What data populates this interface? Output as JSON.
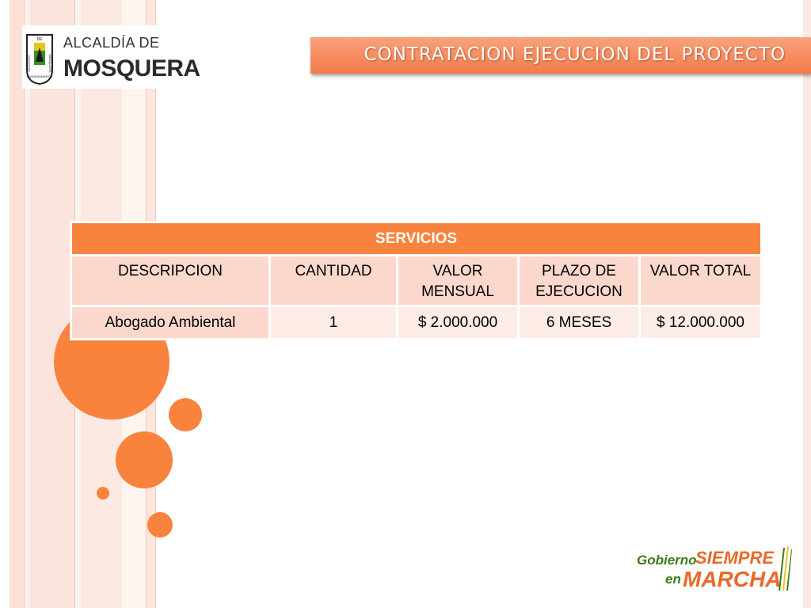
{
  "logo": {
    "line1": "ALCALDÍA DE",
    "line2": "MOSQUERA",
    "shield_top": "DE",
    "shield_left": "MUNICIPIO",
    "shield_right": "MOSQUERA",
    "shield_bottom": "CUNDINAMARCA"
  },
  "title": "CONTRATACION EJECUCION DEL PROYECTO",
  "table": {
    "header": "SERVICIOS",
    "columns": [
      "DESCRIPCION",
      "CANTIDAD",
      "VALOR MENSUAL",
      "PLAZO DE EJECUCION",
      "VALOR TOTAL"
    ],
    "rows": [
      [
        "Abogado Ambiental",
        "1",
        "$ 2.000.000",
        "6 MESES",
        "$ 12.000.000"
      ]
    ]
  },
  "footer_logo": {
    "gobierno": "Gobierno",
    "siempre": "SIEMPRE",
    "en": "en",
    "marcha": "MARCHA"
  },
  "colors": {
    "accent": "#f9823d",
    "header_cell": "#fcd8cc",
    "body_cell": "#fdebe5",
    "title_bar": "#f47b48",
    "brand_green": "#3c7a1a"
  }
}
